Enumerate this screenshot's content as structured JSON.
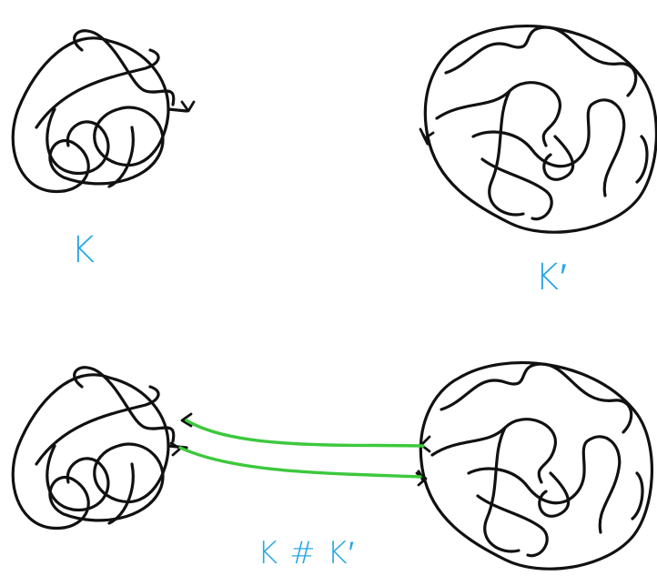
{
  "labels": {
    "k": "K",
    "k_prime": "K′",
    "connected_sum": "K # K′"
  },
  "colors": {
    "strand": "#111111",
    "label": "#29a8e6",
    "band": "#3cc83c",
    "background": "#ffffff"
  }
}
